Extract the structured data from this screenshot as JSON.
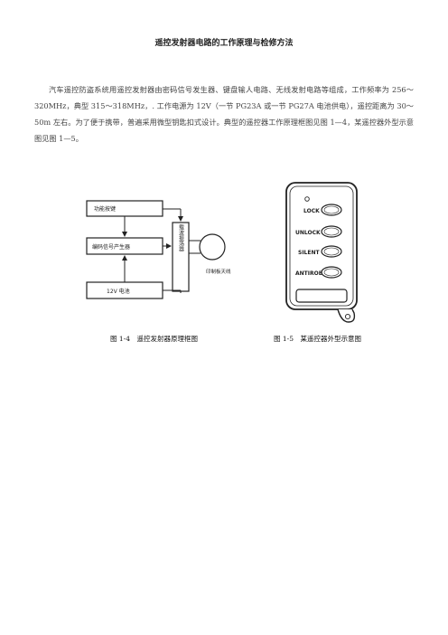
{
  "doc": {
    "title": "遥控发射器电路的工作原理与检修方法",
    "paragraph": "汽车遥控防盗系统用遥控发射器由密码信号发生器、键盘输人电路、无线发射电路等组成，工作频率为 256～320MHz，典型 315～318MHz，. 工作电源为 12V（一节 PG23A 或一节 PG27A 电池供电），遥控距离为 30～50m 左右。为了便于携带，普遍采用微型钥匙扣式设计。典型的遥控器工作原理框图见图 1—4，某遥控器外型示意图见图 1—5。"
  },
  "figure_block": {
    "box_function_keys": "功能按键",
    "box_encoder": "编码信号产生器",
    "box_battery": "12V 电池",
    "box_oscillator": "载波振荡器",
    "antenna_label": "印制板天线",
    "caption_left": "图 1-4　遥控发射器原理框图"
  },
  "figure_remote": {
    "buttons": [
      "LOCK",
      "UNLOCK",
      "SILENT",
      "ANTIROB"
    ],
    "caption_right": "图 1-5　某遥控器外型示意图"
  }
}
